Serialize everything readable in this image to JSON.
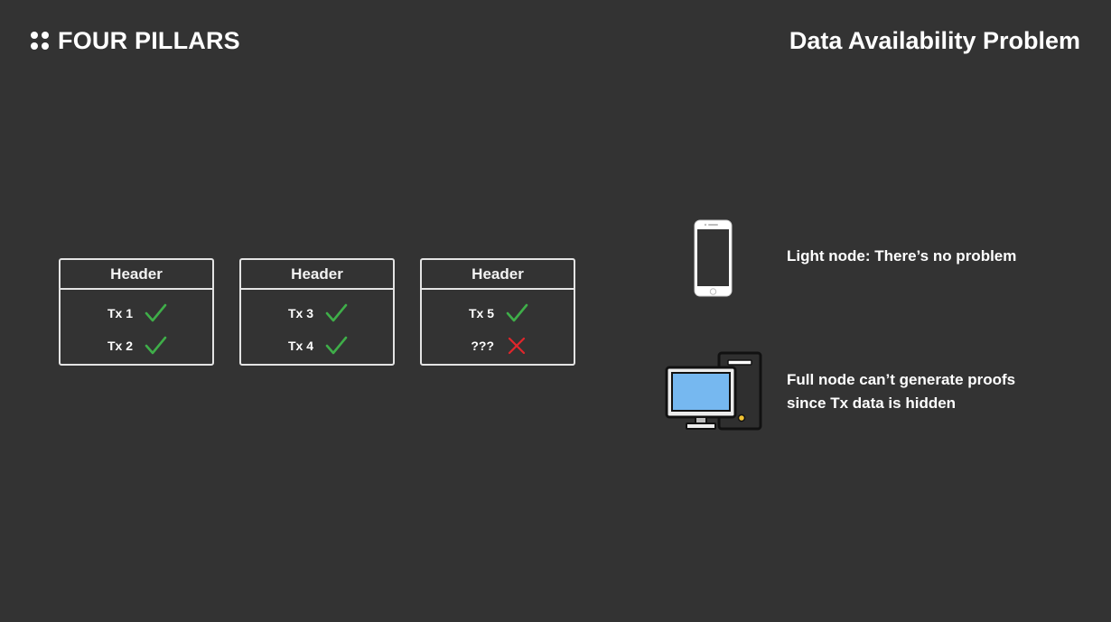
{
  "brand": {
    "name": "FOUR PILLARS"
  },
  "slide": {
    "title": "Data Availability Problem"
  },
  "blocks": [
    {
      "header": "Header",
      "transactions": [
        {
          "label": "Tx 1",
          "status": "check-icon"
        },
        {
          "label": "Tx 2",
          "status": "check-icon"
        }
      ]
    },
    {
      "header": "Header",
      "transactions": [
        {
          "label": "Tx 3",
          "status": "check-icon"
        },
        {
          "label": "Tx 4",
          "status": "check-icon"
        }
      ]
    },
    {
      "header": "Header",
      "transactions": [
        {
          "label": "Tx 5",
          "status": "check-icon"
        },
        {
          "label": "???",
          "status": "cross-icon"
        }
      ]
    }
  ],
  "nodes": {
    "light": {
      "icon": "smartphone-icon",
      "text": "Light node: There’s no problem"
    },
    "full": {
      "icon": "desktop-computer-icon",
      "line1": "Full node can’t generate proofs",
      "line2": "since Tx data is hidden"
    }
  },
  "colors": {
    "background": "#333333",
    "check": "#3fae49",
    "cross": "#e0262b",
    "monitor_screen": "#76b8f0"
  }
}
